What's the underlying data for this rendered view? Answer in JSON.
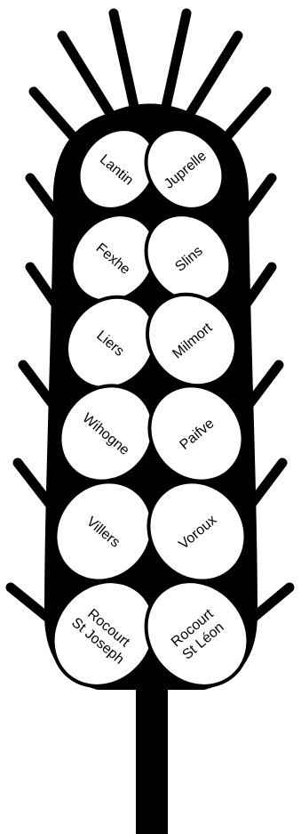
{
  "colors": {
    "ink": "#000000",
    "paper": "#ffffff"
  },
  "kernels": {
    "left": [
      {
        "lines": [
          "Lantin"
        ]
      },
      {
        "lines": [
          "Fexhe"
        ]
      },
      {
        "lines": [
          "Liers"
        ]
      },
      {
        "lines": [
          "Wihogne"
        ]
      },
      {
        "lines": [
          "Villers"
        ]
      },
      {
        "lines": [
          "Rocourt",
          "St Joseph"
        ]
      }
    ],
    "right": [
      {
        "lines": [
          "Juprelle"
        ]
      },
      {
        "lines": [
          "Slins"
        ]
      },
      {
        "lines": [
          "Milmort"
        ]
      },
      {
        "lines": [
          "Paifve"
        ]
      },
      {
        "lines": [
          "Voroux"
        ]
      },
      {
        "lines": [
          "Rocourt",
          "St Léon"
        ]
      }
    ]
  }
}
